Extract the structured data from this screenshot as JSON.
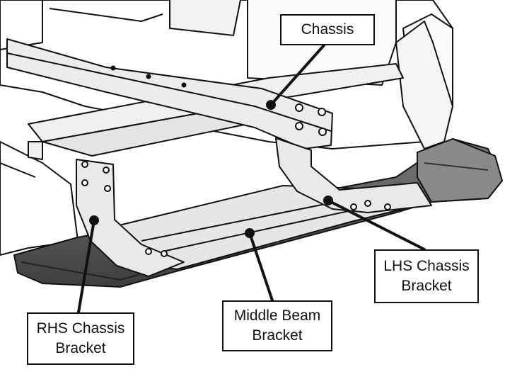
{
  "diagram": {
    "callouts": {
      "chassis": {
        "lines": [
          "Chassis"
        ]
      },
      "lhs_bracket": {
        "lines": [
          "LHS Chassis",
          "Bracket"
        ]
      },
      "middle_beam_bracket": {
        "lines": [
          "Middle Beam",
          "Bracket"
        ]
      },
      "rhs_bracket": {
        "lines": [
          "RHS Chassis",
          "Bracket"
        ]
      }
    },
    "colors": {
      "line": "#111111",
      "paper": "#ffffff",
      "plastic": "#5a5a5a",
      "metal": "#e9e9e9"
    }
  }
}
